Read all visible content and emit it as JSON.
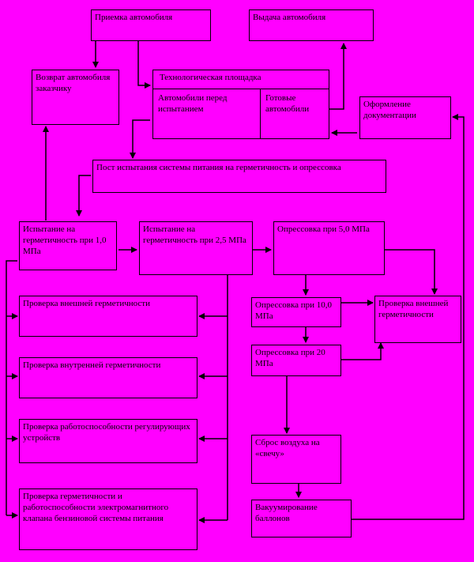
{
  "boxes": {
    "priemka": "Приемка автомобиля",
    "vydacha": "Выдача автомобиля",
    "vozvrat": "Возврат автомобиля заказчику",
    "tech_platform": {
      "title": "Технологическая площадка",
      "left": "Автомобили перед испытанием",
      "right": "Готовые автомобили"
    },
    "oformlenie": "Оформление документации",
    "post": "Пост испытания системы питания на герметичность и опрессовка",
    "isp_1": "Испытание на герметичность при 1,0 МПа",
    "isp_25": "Испытание на герметичность при 2,5 МПа",
    "opr_5": "Опрессовка при 5,0 МПа",
    "opr_10": "Опрессовка при 10,0 МПа",
    "opr_20": "Опрессовка при 20 МПа",
    "proverka_vneshn_right": "Проверка внешней герметичности",
    "proverka_vneshn": "Проверка внешней герметичности",
    "proverka_vnutr": "Проверка внутренней герметичности",
    "proverka_rabot": "Проверка работоспособности регулирующих устройств",
    "proverka_klapan": "Проверка герметичности и работоспособности электромагнитного клапана бензиновой системы питания",
    "sbros": "Сброс воздуха на «свечу»",
    "vakuum": "Вакуумирование баллонов"
  }
}
